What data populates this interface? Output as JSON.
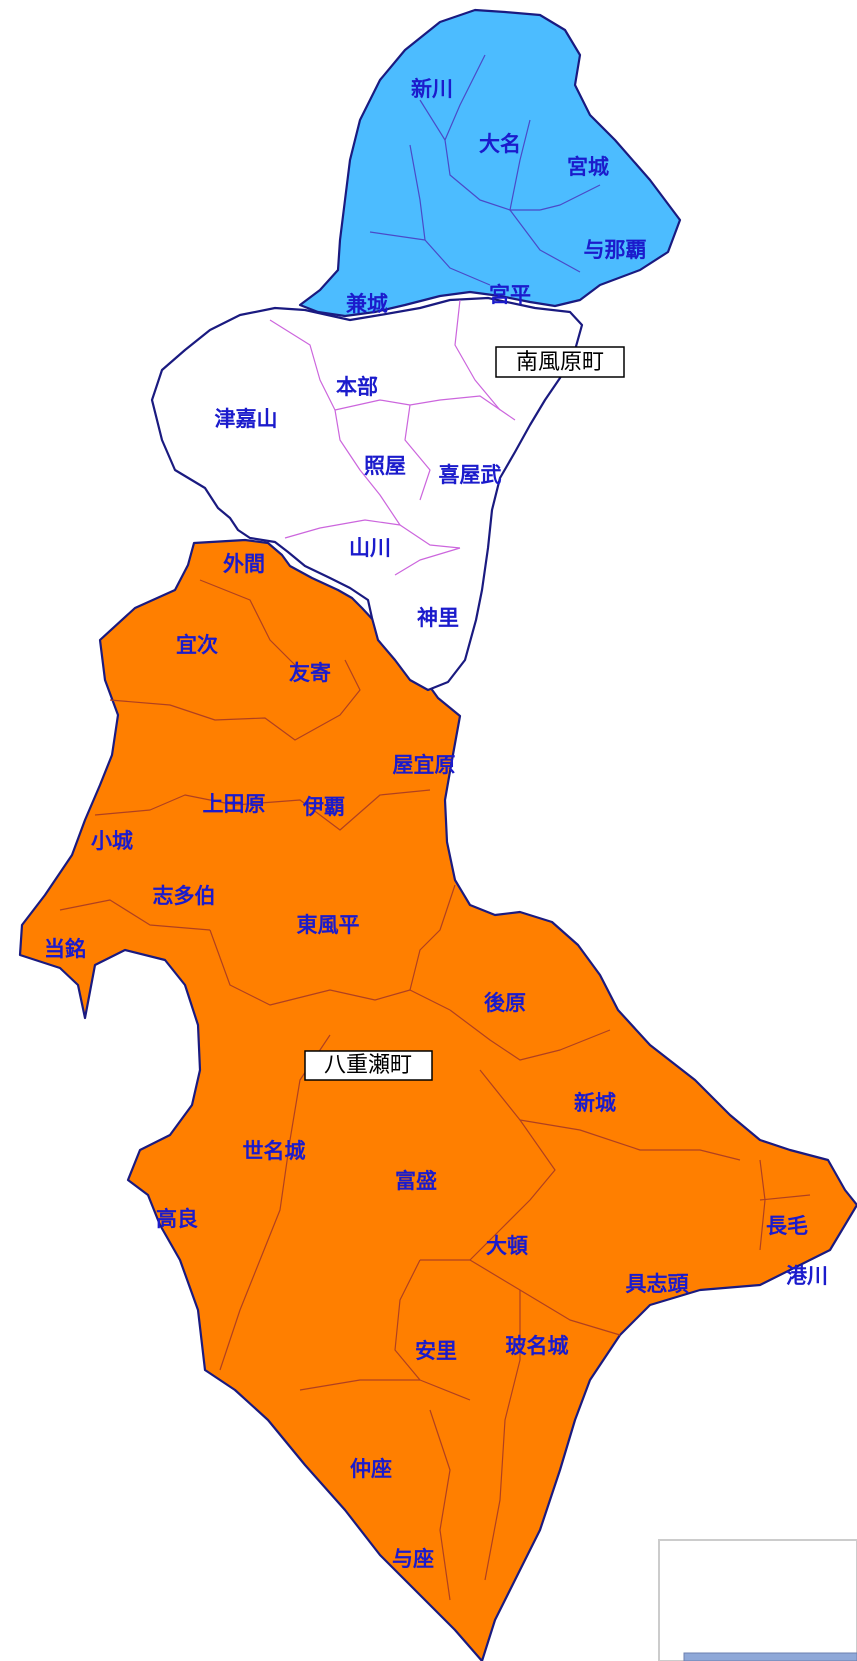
{
  "colors": {
    "north_region_fill": "#4cbcff",
    "middle_region_fill": "#ffffff",
    "south_region_fill": "#ff7f00",
    "outline": "#1a1a80",
    "north_inner_border": "#4a4ac8",
    "middle_inner_border": "#cc66dd",
    "south_inner_border": "#b04020",
    "label_text": "#1b1bcc",
    "legend_frame": "#cccccc",
    "legend_swatch": "#8fa8d8"
  },
  "town_labels": {
    "minami_kazehara": "南風原町",
    "yaese": "八重瀬町"
  },
  "districts": {
    "arakawa": "新川",
    "oona": "大名",
    "miyagi": "宮城",
    "yonaha": "与那覇",
    "kanegusuku": "兼城",
    "miyahira": "宮平",
    "tsukazan": "津嘉山",
    "motobu": "本部",
    "teruya": "照屋",
    "kyan": "喜屋武",
    "yamagawa": "山川",
    "kanzato": "神里",
    "hokama": "外間",
    "gishi": "宜次",
    "tomoyose": "友寄",
    "yagibaru": "屋宜原",
    "ueta": "上田原",
    "iha": "伊覇",
    "kogusuku": "小城",
    "shitahaku": "志多伯",
    "tome": "当銘",
    "higashikochinda": "東風平",
    "kushibaru": "後原",
    "shinjo": "新城",
    "senaha": "世名城",
    "tomimori": "富盛",
    "takara": "高良",
    "nagake": "長毛",
    "minatogawa": "港川",
    "ootou": "大頓",
    "gushichan": "具志頭",
    "asato": "安里",
    "gunagusuku": "玻名城",
    "nakaza": "仲座",
    "yoza": "与座"
  }
}
